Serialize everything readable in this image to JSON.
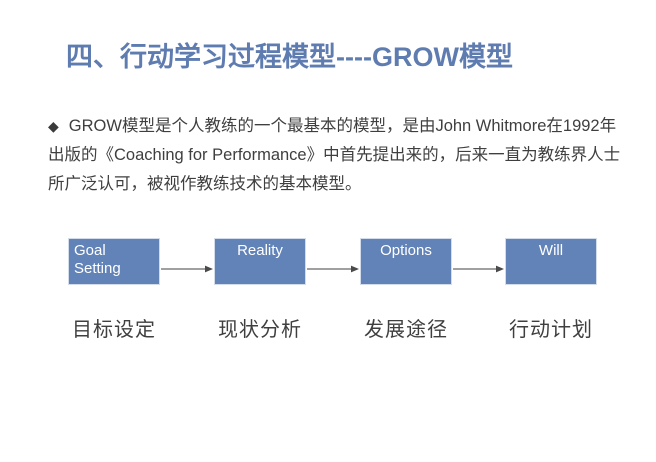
{
  "slide": {
    "title": "四、行动学习过程模型----GROW模型",
    "title_color": "#5E7CB0",
    "background_color": "#FFFFFF"
  },
  "body": {
    "bullet_glyph": "◆",
    "bullet_icon_name": "diamond-bullet-icon",
    "text": "GROW模型是个人教练的一个最基本的模型，是由John Whitmore在1992年出版的《Coaching for Performance》中首先提出来的，后来一直为教练界人士所广泛认可，被视作教练技术的基本模型。",
    "text_color": "#3F3F3F"
  },
  "diagram": {
    "box_fill_color": "#6183B8",
    "box_border_color": "#D3DCEA",
    "box_text_color": "#FFFFFF",
    "arrow_color": "#808080",
    "caption_color": "#3F3F3F",
    "steps": [
      {
        "label": "Goal Setting",
        "caption": "目标设定",
        "align": "left"
      },
      {
        "label": "Reality",
        "caption": "现状分析",
        "align": "center"
      },
      {
        "label": "Options",
        "caption": "发展途径",
        "align": "center"
      },
      {
        "label": "Will",
        "caption": "行动计划",
        "align": "center"
      }
    ],
    "arrows": [
      {
        "from": "Goal Setting",
        "to": "Reality"
      },
      {
        "from": "Reality",
        "to": "Options"
      },
      {
        "from": "Options",
        "to": "Will"
      }
    ]
  }
}
